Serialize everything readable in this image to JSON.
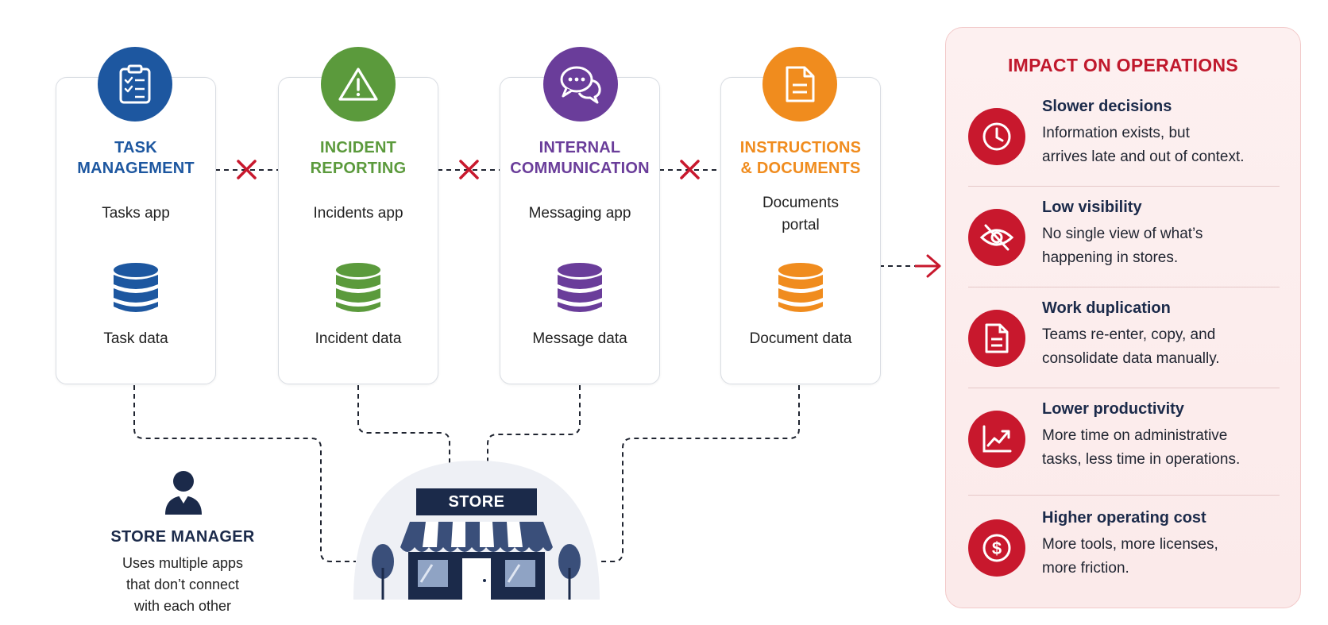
{
  "cards": [
    {
      "title_line1": "TASK",
      "title_line2": "MANAGEMENT",
      "app_line1": "Tasks app",
      "app_line2": "",
      "data_label": "Task data",
      "icon": "clipboard-checklist-icon",
      "color": "#1d57a0"
    },
    {
      "title_line1": "INCIDENT",
      "title_line2": "REPORTING",
      "app_line1": "Incidents app",
      "app_line2": "",
      "data_label": "Incident data",
      "icon": "warning-triangle-icon",
      "color": "#5b9a3c"
    },
    {
      "title_line1": "INTERNAL",
      "title_line2": "COMMUNICATION",
      "app_line1": "Messaging app",
      "app_line2": "",
      "data_label": "Message data",
      "icon": "chat-bubbles-icon",
      "color": "#6a3d9a"
    },
    {
      "title_line1": "INSTRUCTIONS",
      "title_line2": "& DOCUMENTS",
      "app_line1": "Documents",
      "app_line2": "portal",
      "data_label": "Document data",
      "icon": "document-icon",
      "color": "#f08c1e"
    }
  ],
  "store": {
    "sign": "STORE"
  },
  "manager": {
    "title": "STORE MANAGER",
    "desc_line1": "Uses multiple apps",
    "desc_line2": "that don’t connect",
    "desc_line3": "with each other"
  },
  "impact": {
    "title": "IMPACT ON OPERATIONS",
    "items": [
      {
        "heading": "Slower decisions",
        "line1": "Information exists, but",
        "line2": "arrives late and out of context.",
        "icon": "clock-icon"
      },
      {
        "heading": "Low visibility",
        "line1": "No single view of what’s",
        "line2": "happening in stores.",
        "icon": "eye-slash-icon"
      },
      {
        "heading": "Work duplication",
        "line1": "Teams re-enter, copy, and",
        "line2": "consolidate data manually.",
        "icon": "document-icon"
      },
      {
        "heading": "Lower productivity",
        "line1": "More time on administrative",
        "line2": "tasks, less time in operations.",
        "icon": "trend-chart-icon"
      },
      {
        "heading": "Higher operating cost",
        "line1": "More tools, more licenses,",
        "line2": "more friction.",
        "icon": "dollar-coin-icon"
      }
    ]
  },
  "colors": {
    "accent_red": "#c8182d",
    "navy": "#1b2a4a"
  }
}
